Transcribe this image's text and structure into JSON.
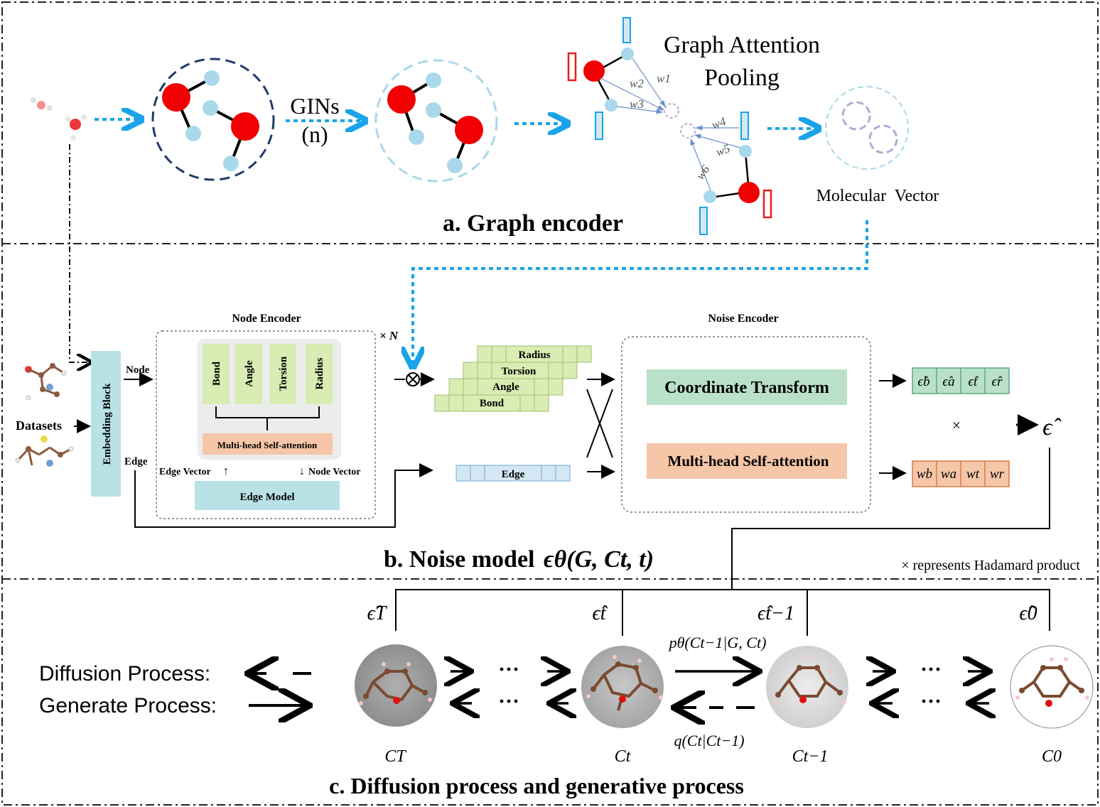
{
  "sections": {
    "a_title": "a. Graph encoder",
    "b_title_prefix": "b. Noise model ",
    "b_title_math": "ϵθ(G, Ct, t)",
    "c_title": "c. Diffusion process and generative process"
  },
  "graph_encoder": {
    "gins_label": "GINs",
    "gins_n": "(n)",
    "pooling_line1": "Graph Attention",
    "pooling_line2": "Pooling",
    "weights": [
      "w1",
      "w2",
      "w3",
      "w4",
      "w5",
      "w6"
    ],
    "molecular_vector": "Molecular  Vector"
  },
  "noise_model": {
    "datasets": "Datasets",
    "embedding_block": "Embedding Block",
    "node_label": "Node",
    "edge_label": "Edge",
    "node_encoder_title": "Node Encoder",
    "node_features": [
      "Bond",
      "Angle",
      "Torsion",
      "Radius"
    ],
    "mhsa_small": "Multi-head Self-attention",
    "edge_vector": "Edge Vector",
    "node_vector": "Node Vector",
    "edge_model": "Edge Model",
    "times_n": "× N",
    "stack_labels": [
      "Radius",
      "Torsion",
      "Angle",
      "Bond"
    ],
    "edge_bar": "Edge",
    "noise_encoder_title": "Noise Encoder",
    "coordinate_transform": "Coordinate Transform",
    "mhsa_large": "Multi-head Self-attention",
    "eps_outputs": [
      "ϵ̂b",
      "ϵ̂a",
      "ϵ̂t",
      "ϵ̂r"
    ],
    "weight_outputs": [
      "wb",
      "wa",
      "wt",
      "wr"
    ],
    "times": "×",
    "eps_hat": "ϵ̂",
    "hadamard_note": "× represents Hadamard product"
  },
  "diffusion": {
    "diffusion_label": "Diffusion Process:",
    "generate_label": "Generate Process:",
    "eps_labels": [
      "ϵ̂T",
      "ϵ̂t",
      "ϵ̂t−1",
      "ϵ̂0"
    ],
    "state_labels": [
      "CT",
      "Ct",
      "Ct−1",
      "C0"
    ],
    "p_theta": "pθ(Ct−1|G, Ct)",
    "q_label": "q(Ct|Ct−1)",
    "dots": "···"
  },
  "colors": {
    "cyan_arrow": "#1aa3e8",
    "oxygen_red": "#f00000",
    "hydrogen_blue": "#a9d8ea",
    "green_fill": "#d9ecb3",
    "green_box": "#b9e0c8",
    "orange_box": "#f6c6a8",
    "teal_box": "#b9e2e6",
    "edge_fill": "#d4e8f4"
  }
}
